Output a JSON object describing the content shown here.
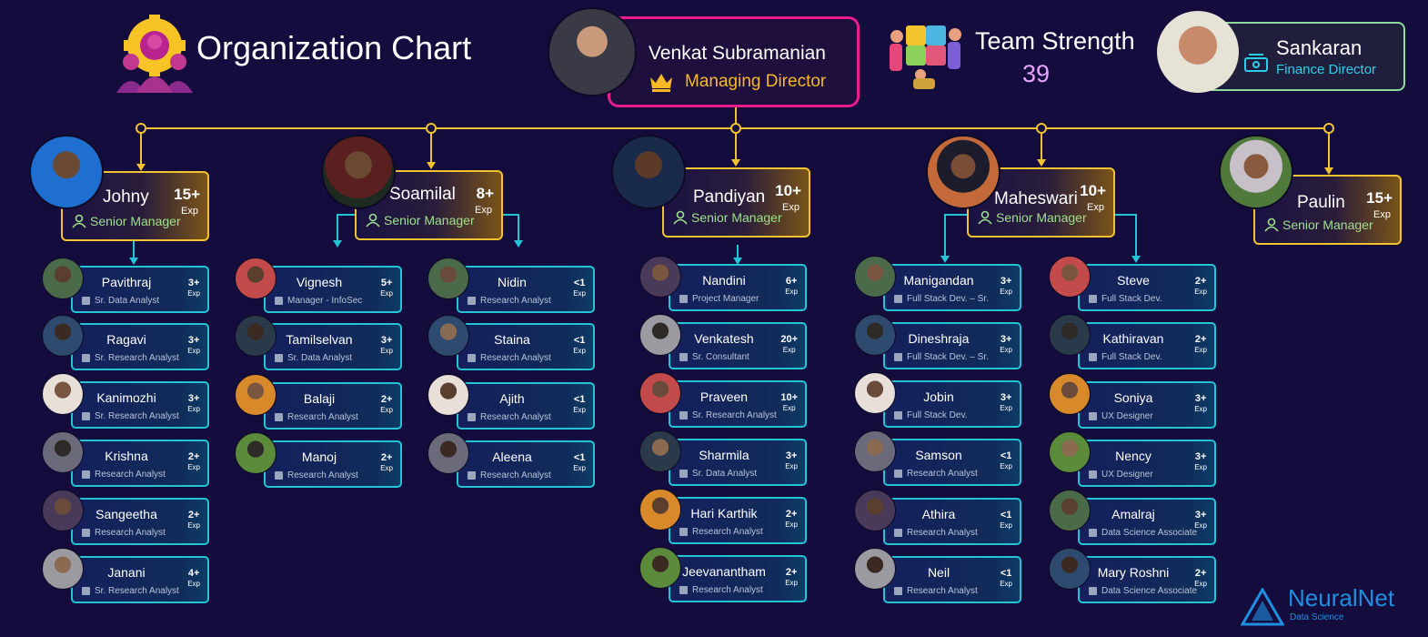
{
  "header": {
    "title": "Organization Chart",
    "md_name": "Venkat Subramanian",
    "md_role": "Managing Director",
    "team_label": "Team Strength",
    "team_count": "39",
    "fd_name": "Sankaran",
    "fd_role": "Finance Director"
  },
  "managers": [
    {
      "name": "Johny",
      "exp": "15+",
      "exp_label": "Exp",
      "role": "Senior Manager"
    },
    {
      "name": "Soamilal",
      "exp": "8+",
      "exp_label": "Exp",
      "role": "Senior Manager"
    },
    {
      "name": "Pandiyan",
      "exp": "10+",
      "exp_label": "Exp",
      "role": "Senior Manager"
    },
    {
      "name": "Maheswari",
      "exp": "10+",
      "exp_label": "Exp",
      "role": "Senior Manager"
    },
    {
      "name": "Paulin",
      "exp": "15+",
      "exp_label": "Exp",
      "role": "Senior Manager"
    }
  ],
  "employees": [
    {
      "name": "Pavithraj",
      "role": "Sr. Data Analyst",
      "exp": "3+"
    },
    {
      "name": "Ragavi",
      "role": "Sr. Research Analyst",
      "exp": "3+"
    },
    {
      "name": "Kanimozhi",
      "role": "Sr. Research Analyst",
      "exp": "3+"
    },
    {
      "name": "Krishna",
      "role": "Research Analyst",
      "exp": "2+"
    },
    {
      "name": "Sangeetha",
      "role": "Research Analyst",
      "exp": "2+"
    },
    {
      "name": "Janani",
      "role": "Sr. Research Analyst",
      "exp": "4+"
    },
    {
      "name": "Vignesh",
      "role": "Manager - InfoSec",
      "exp": "5+"
    },
    {
      "name": "Tamilselvan",
      "role": "Sr. Data Analyst",
      "exp": "3+"
    },
    {
      "name": "Balaji",
      "role": "Research Analyst",
      "exp": "2+"
    },
    {
      "name": "Manoj",
      "role": "Research Analyst",
      "exp": "2+"
    },
    {
      "name": "Nidin",
      "role": "Research Analyst",
      "exp": "<1"
    },
    {
      "name": "Staina",
      "role": "Research Analyst",
      "exp": "<1"
    },
    {
      "name": "Ajith",
      "role": "Research Analyst",
      "exp": "<1"
    },
    {
      "name": "Aleena",
      "role": "Research Analyst",
      "exp": "<1"
    },
    {
      "name": "Nandini",
      "role": "Project Manager",
      "exp": "6+"
    },
    {
      "name": "Venkatesh",
      "role": "Sr. Consultant",
      "exp": "20+"
    },
    {
      "name": "Praveen",
      "role": "Sr. Research Analyst",
      "exp": "10+"
    },
    {
      "name": "Sharmila",
      "role": "Sr. Data Analyst",
      "exp": "3+"
    },
    {
      "name": "Hari Karthik",
      "role": "Research Analyst",
      "exp": "2+"
    },
    {
      "name": "Jeevanantham",
      "role": "Research Analyst",
      "exp": "2+"
    },
    {
      "name": "Manigandan",
      "role": "Full Stack Dev. – Sr.",
      "exp": "3+"
    },
    {
      "name": "Dineshraja",
      "role": "Full Stack Dev. – Sr.",
      "exp": "3+"
    },
    {
      "name": "Jobin",
      "role": "Full Stack Dev.",
      "exp": "3+"
    },
    {
      "name": "Samson",
      "role": "Research Analyst",
      "exp": "<1"
    },
    {
      "name": "Athira",
      "role": "Research Analyst",
      "exp": "<1"
    },
    {
      "name": "Neil",
      "role": "Research Analyst",
      "exp": "<1"
    },
    {
      "name": "Steve",
      "role": "Full Stack Dev.",
      "exp": "2+"
    },
    {
      "name": "Kathiravan",
      "role": "Full Stack Dev.",
      "exp": "2+"
    },
    {
      "name": "Soniya",
      "role": "UX Designer",
      "exp": "3+"
    },
    {
      "name": "Nency",
      "role": "UX Designer",
      "exp": "3+"
    },
    {
      "name": "Amalraj",
      "role": "Data Science Associate",
      "exp": "3+"
    },
    {
      "name": "Mary Roshni",
      "role": "Data Science Associate",
      "exp": "2+"
    }
  ],
  "exp_label": "Exp",
  "logo": {
    "name": "NeuralNet",
    "sub": "Data Science"
  },
  "colors": {
    "background": "#130c3d",
    "manager_border": "#f2c230",
    "employee_border": "#22c4d6",
    "md_border": "#e81c8f",
    "connector": "#f2c230",
    "employee_connector": "#22c4d6"
  }
}
